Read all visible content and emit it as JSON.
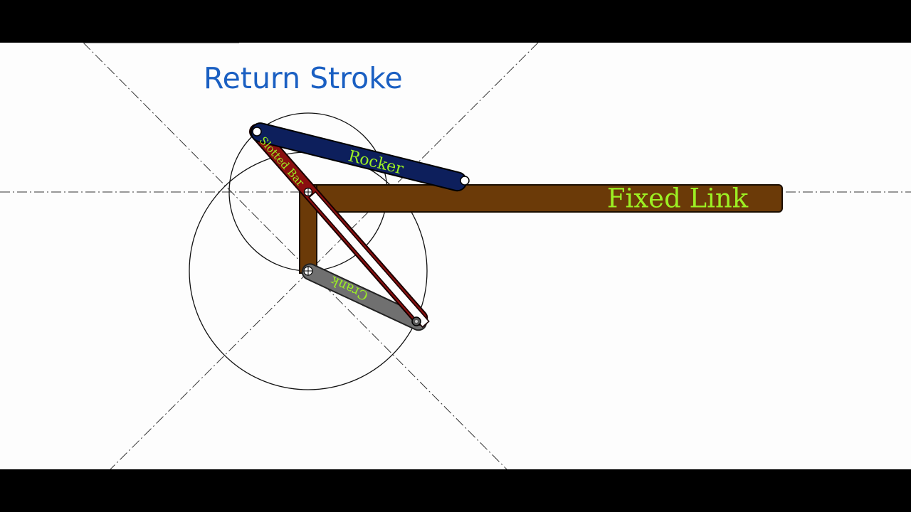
{
  "title": "Return Stroke",
  "labels": {
    "rocker": "Rocker",
    "slotted_bar": "Slotted Bar",
    "crank": "Crank",
    "fixed_link": "Fixed Link"
  },
  "colors": {
    "title": "#1a5fc2",
    "fixed_link": "#6b3a08",
    "rocker": "#0d1f5c",
    "slotted_bar": "#8a0f0f",
    "crank": "#707070",
    "label_text": "#9cf023"
  }
}
